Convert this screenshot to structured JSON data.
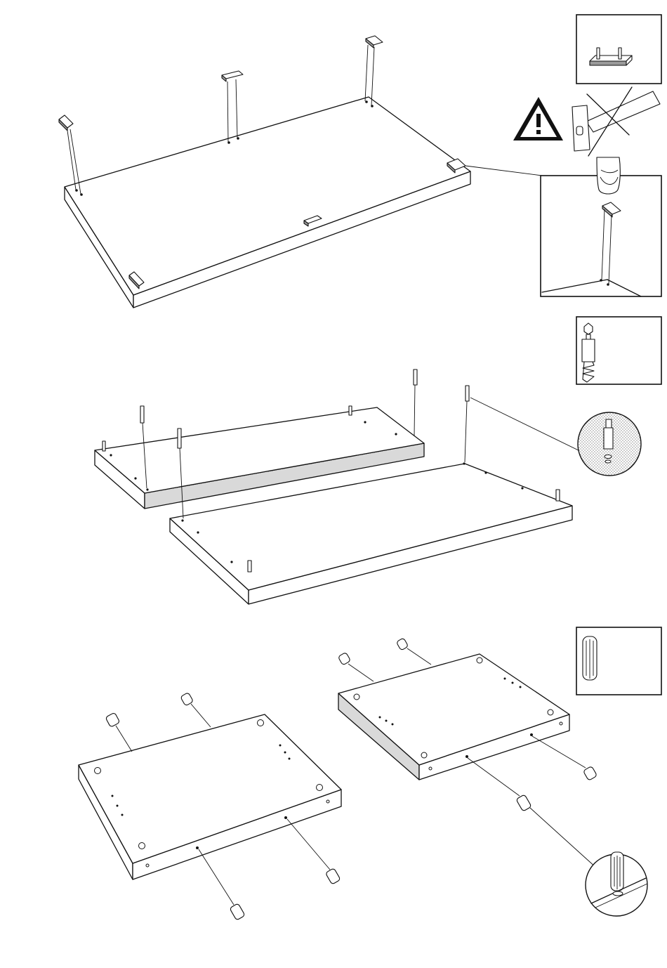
{
  "diagram": {
    "steps": [
      {
        "id": "step-1",
        "part": "plastic-glide-foot",
        "quantity_shown": 6,
        "note_icon": "no-hammer-warning"
      },
      {
        "id": "step-2",
        "part": "cam-bolt-dowel",
        "quantity_shown": 8
      },
      {
        "id": "step-3",
        "part": "wooden-dowel",
        "quantity_shown": 8
      }
    ],
    "colors": {
      "line": "#111111",
      "shade": "#d9d9d9",
      "background": "#ffffff"
    }
  }
}
